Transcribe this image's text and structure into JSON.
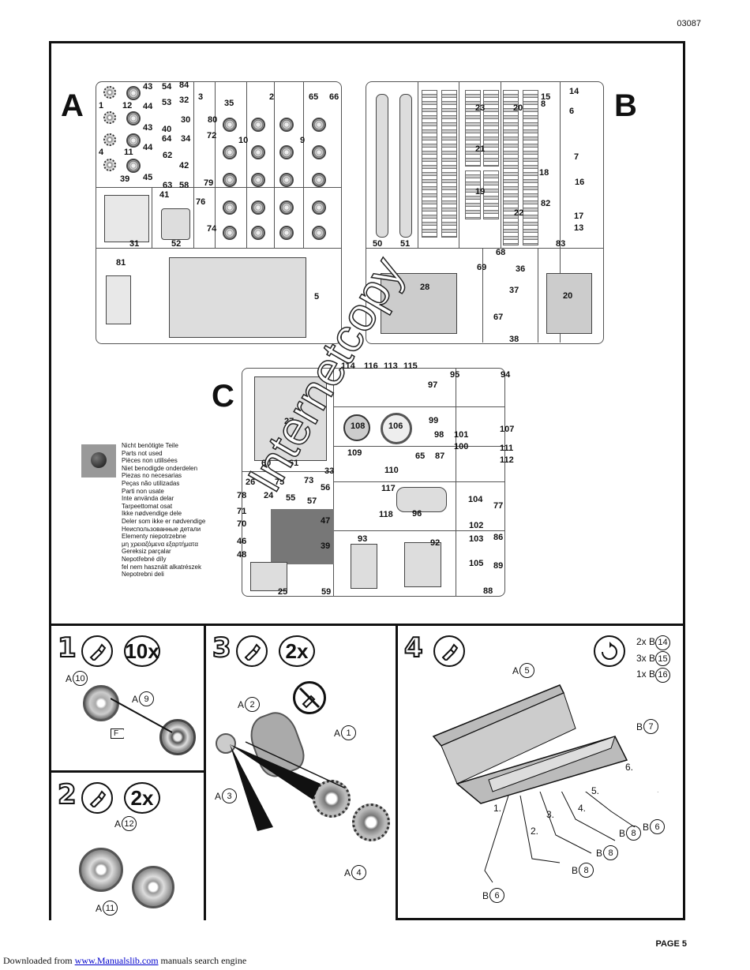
{
  "doc_number": "03087",
  "page_label": "PAGE 5",
  "footer": {
    "prefix": "Downloaded from ",
    "link": "www.Manualslib.com",
    "suffix": "  manuals search engine"
  },
  "watermark": "Internetcopy",
  "sprues": {
    "A": {
      "letter": "A",
      "numbers": [
        "1",
        "12",
        "43",
        "54",
        "84",
        "3",
        "35",
        "2",
        "65",
        "66",
        "44",
        "53",
        "32",
        "80",
        "4",
        "11",
        "43",
        "40",
        "30",
        "10",
        "9",
        "44",
        "64",
        "34",
        "72",
        "39",
        "45",
        "62",
        "42",
        "41",
        "63",
        "58",
        "79",
        "76",
        "74",
        "31",
        "52",
        "81",
        "5"
      ]
    },
    "B": {
      "letter": "B",
      "numbers": [
        "14",
        "8",
        "6",
        "15",
        "23",
        "20",
        "21",
        "7",
        "16",
        "19",
        "18",
        "22",
        "82",
        "17",
        "13",
        "50",
        "51",
        "83",
        "68",
        "69",
        "36",
        "28",
        "37",
        "20",
        "67",
        "38"
      ]
    },
    "C": {
      "letter": "C",
      "numbers": [
        "114",
        "116",
        "113",
        "115",
        "95",
        "94",
        "97",
        "27",
        "108",
        "106",
        "99",
        "98",
        "101",
        "100",
        "107",
        "111",
        "112",
        "109",
        "110",
        "65",
        "87",
        "60",
        "61",
        "33",
        "26",
        "75",
        "73",
        "78",
        "24",
        "55",
        "56",
        "57",
        "117",
        "96",
        "77",
        "71",
        "118",
        "104",
        "102",
        "103",
        "86",
        "89",
        "105",
        "70",
        "47",
        "46",
        "39",
        "93",
        "92",
        "48",
        "25",
        "59",
        "88"
      ]
    }
  },
  "legend": {
    "lines": [
      "Nicht benötigte Teile",
      "Parts not used",
      "Pièces non utilisées",
      "Niet benodigde onderdelen",
      "Piezas no necesarias",
      "Peças não utilizadas",
      "Parti non usate",
      "Inte använda delar",
      "Tarpeettomat osat",
      "Ikke nødvendige dele",
      "Deler som ikke er nødvendige",
      "Неиспользованные детали",
      "Elementy niepotrzebne",
      "μη χρειαζόμενα εξαρτήματα",
      "Gereksiz parçalar",
      "Nepotřebné díly",
      "fel nem használt alkatrészek",
      "Nepotrebni deli"
    ]
  },
  "steps": [
    {
      "number": "1",
      "quantity": "10x",
      "callouts": [
        {
          "sprue": "A",
          "part": "10"
        },
        {
          "sprue": "A",
          "part": "9"
        }
      ],
      "flag": "F"
    },
    {
      "number": "2",
      "quantity": "2x",
      "callouts": [
        {
          "sprue": "A",
          "part": "12"
        },
        {
          "sprue": "A",
          "part": "11"
        }
      ]
    },
    {
      "number": "3",
      "quantity": "2x",
      "callouts": [
        {
          "sprue": "A",
          "part": "2"
        },
        {
          "sprue": "A",
          "part": "1"
        },
        {
          "sprue": "A",
          "part": "3"
        },
        {
          "sprue": "A",
          "part": "4"
        }
      ]
    },
    {
      "number": "4",
      "quantity": "",
      "callouts": [
        {
          "sprue": "A",
          "part": "5"
        },
        {
          "sprue": "B",
          "part": "7"
        },
        {
          "sprue": "B",
          "part": "6"
        },
        {
          "sprue": "B",
          "part": "8"
        },
        {
          "sprue": "B",
          "part": "8"
        },
        {
          "sprue": "B",
          "part": "8"
        },
        {
          "sprue": "B",
          "part": "6"
        }
      ],
      "sequence": [
        "1.",
        "2.",
        "3.",
        "4.",
        "5.",
        "6."
      ],
      "parts_list": [
        {
          "qty": "2x",
          "sprue": "B",
          "part": "14"
        },
        {
          "qty": "3x",
          "sprue": "B",
          "part": "15"
        },
        {
          "qty": "1x",
          "sprue": "B",
          "part": "16"
        }
      ]
    }
  ]
}
